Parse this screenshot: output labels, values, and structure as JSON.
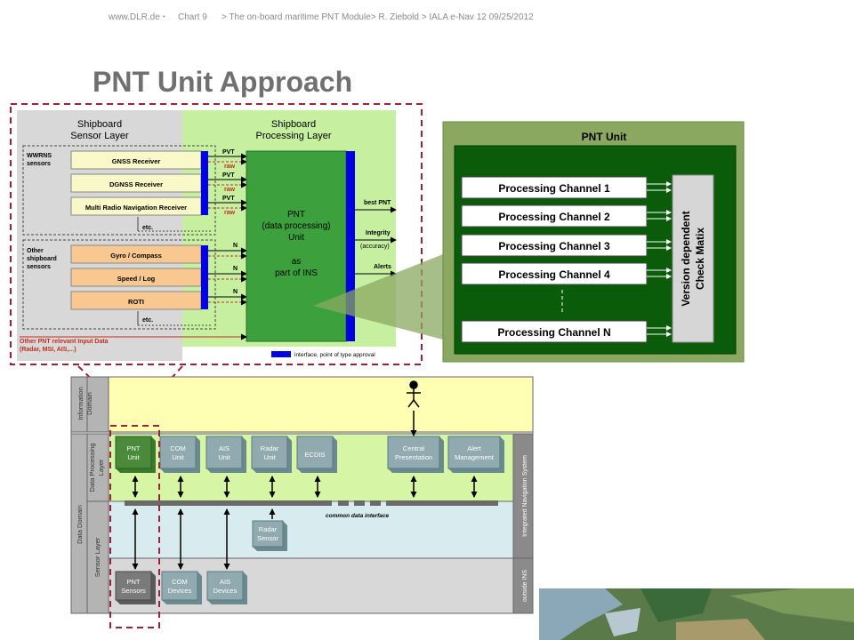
{
  "header": {
    "site": "www.DLR.de",
    "chart": "Chart 9",
    "breadcrumb": "> The on-board maritime PNT Module> R. Ziebold > IALA e-Nav 12 09/25/2012"
  },
  "title": "PNT Unit Approach",
  "left_diagram": {
    "sensor_layer_title": [
      "Shipboard",
      "Sensor Layer"
    ],
    "processing_layer_title": [
      "Shipboard",
      "Processing Layer"
    ],
    "wwrns_label": [
      "WWRNS",
      "sensors"
    ],
    "other_label": [
      "Other",
      "shipboard",
      "sensors"
    ],
    "wwrns_sensors": [
      "GNSS Receiver",
      "DGNSS Receiver",
      "Multi Radio Navigation Receiver"
    ],
    "other_sensors": [
      "Gyro / Compass",
      "Speed / Log",
      "ROTI"
    ],
    "etc": "etc.",
    "pvt": "PVT",
    "raw": "raw",
    "n": "N",
    "pnt_unit_text": [
      "PNT",
      "(data processing)",
      "Unit",
      "",
      "as",
      "part of INS"
    ],
    "outputs": {
      "best_pnt": "best PNT",
      "integrity": "Integrity",
      "accuracy": "(accuracy)",
      "alerts": "Alerts"
    },
    "other_input": [
      "Other PNT relevant Input Data",
      "(Radar, MSI, AIS,...)"
    ],
    "legend": "interface, point of type approval"
  },
  "pnt_unit": {
    "title": "PNT Unit",
    "channels": [
      "Processing Channel 1",
      "Processing Channel 2",
      "Processing Channel 3",
      "Processing Channel 4",
      "Processing Channel N"
    ],
    "check_matrix": [
      "Version dependent",
      "Check Matix"
    ]
  },
  "ins_diagram": {
    "information_domain": [
      "Information",
      "Domain"
    ],
    "data_domain": "Data Domain",
    "data_processing_layer": [
      "Data Processing",
      "Layer"
    ],
    "sensor_layer": "Sensor Layer",
    "ins_label": "Integrated Navigation System",
    "outside_ins": "outside INS",
    "common_data_interface": "common data interface",
    "processing_units": [
      [
        "PNT",
        "Unit"
      ],
      [
        "COM",
        "Unit"
      ],
      [
        "AIS",
        "Unit"
      ],
      [
        "Radar",
        "Unit"
      ],
      [
        "ECDIS"
      ],
      [
        "Central",
        "Presentation"
      ],
      [
        "Alert",
        "Management"
      ]
    ],
    "radar_sensor": [
      "Radar",
      "Sensor"
    ],
    "bottom_units": [
      [
        "PNT",
        "Sensors"
      ],
      [
        "COM",
        "Devices"
      ],
      [
        "AIS",
        "Devices"
      ]
    ]
  },
  "colors": {
    "green_layer": "#c6f0a0",
    "gray_layer": "#d8d8d8",
    "pnt_green": "#3ca03c",
    "dark_green": "#0a5c0a",
    "olive_border": "#7c9a48",
    "interface_blue": "#0000e0",
    "dashed_red": "#a0203a",
    "sensor_yellow": "#f8f8c8",
    "sensor_orange": "#f8c890"
  }
}
